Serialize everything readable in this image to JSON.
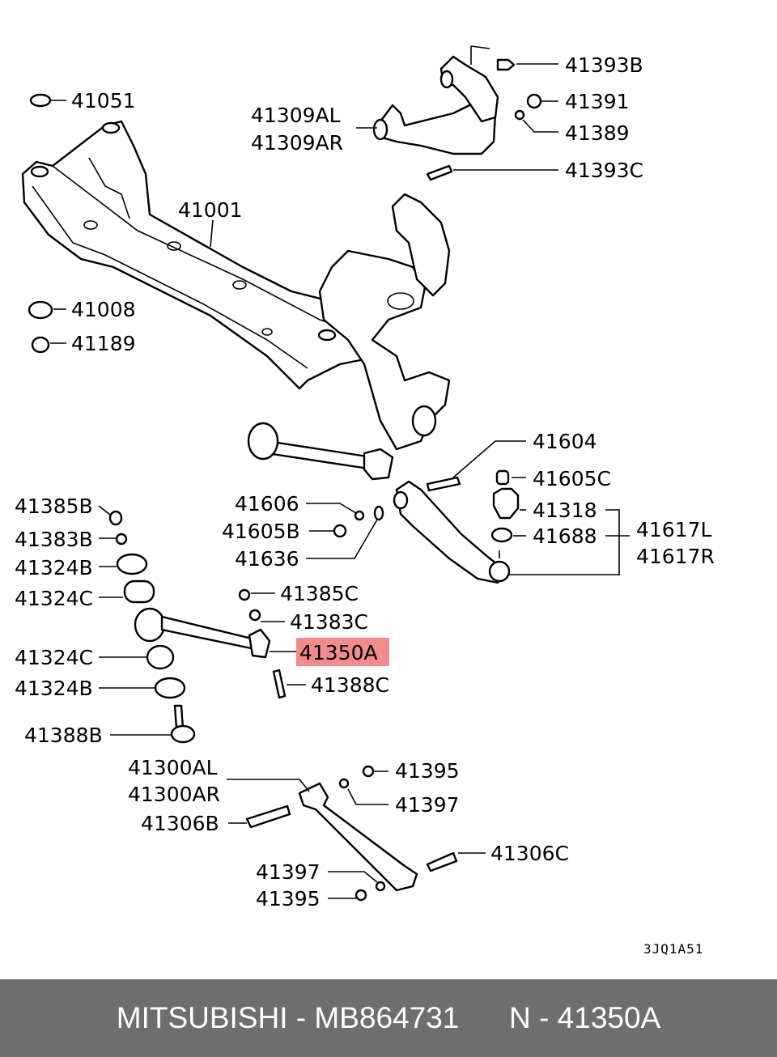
{
  "labels": {
    "l41393B": "41393B",
    "l41391": "41391",
    "l41051": "41051",
    "l41309AL": "41309AL",
    "l41309AR": "41309AR",
    "l41389": "41389",
    "l41393C": "41393C",
    "l41001": "41001",
    "l41008": "41008",
    "l41189": "41189",
    "l41604": "41604",
    "l41605C": "41605C",
    "l41606": "41606",
    "l41605B": "41605B",
    "l41636": "41636",
    "l41318": "41318",
    "l41617L": "41617L",
    "l41617R": "41617R",
    "l41688": "41688",
    "l41385B": "41385B",
    "l41383B": "41383B",
    "l41324B_top": "41324B",
    "l41324C_top": "41324C",
    "l41385C": "41385C",
    "l41383C": "41383C",
    "l41350A": "41350A",
    "l41324C_bot": "41324C",
    "l41324B_bot": "41324B",
    "l41388C": "41388C",
    "l41388B": "41388B",
    "l41300AL": "41300AL",
    "l41300AR": "41300AR",
    "l41395_top": "41395",
    "l41397_top": "41397",
    "l41306B": "41306B",
    "l41306C": "41306C",
    "l41397_bot": "41397",
    "l41395_bot": "41395"
  },
  "diagram_code": "3JQ1A51",
  "highlight_color": "#f28b8b",
  "footer": {
    "brand": "MITSUBISHI",
    "sep1": " - ",
    "part_number": "MB864731",
    "gap": "      ",
    "n_label": "N",
    "sep2": " - ",
    "ref_number": "41350A"
  }
}
